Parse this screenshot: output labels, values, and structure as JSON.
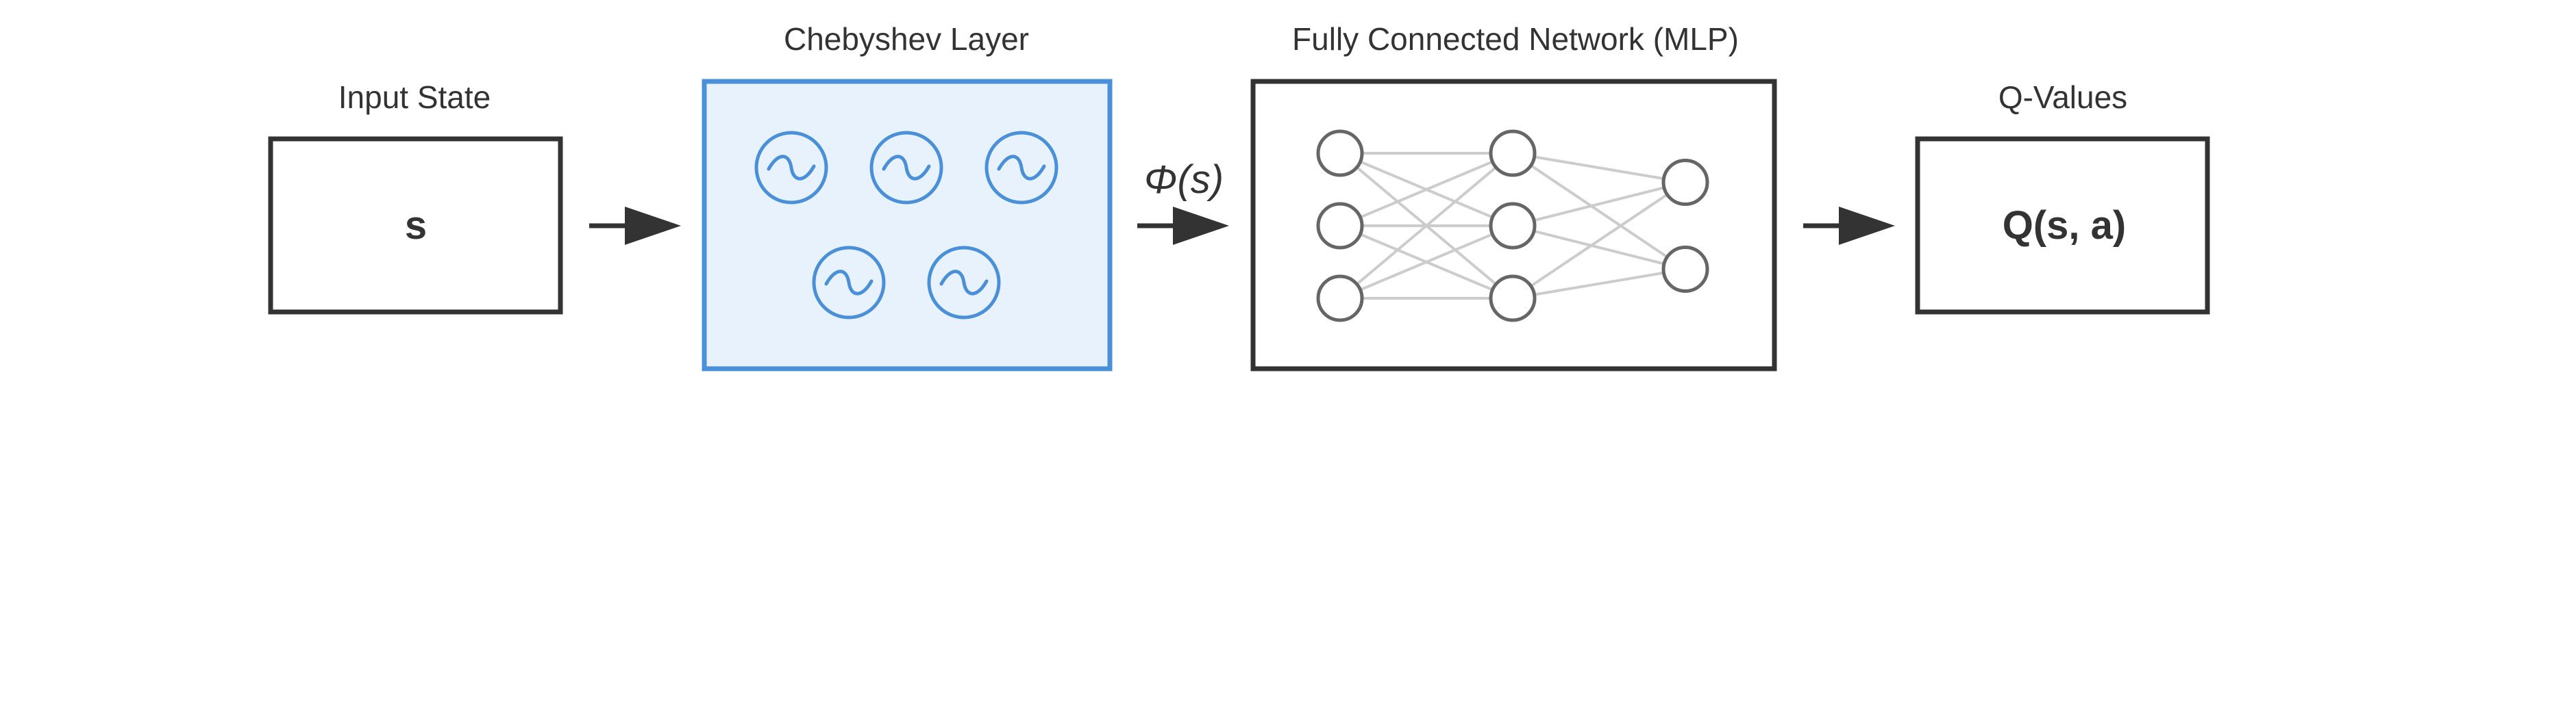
{
  "stages": {
    "input": {
      "caption": "Input State",
      "label": "s"
    },
    "chebyshev": {
      "caption": "Chebyshev Layer",
      "basis_function_count": 5,
      "icon": "sine-wave-icon"
    },
    "mlp": {
      "caption": "Fully Connected Network (MLP)",
      "layer_sizes": [
        3,
        3,
        2
      ]
    },
    "output": {
      "caption": "Q-Values",
      "label": "Q(s, a)"
    }
  },
  "edges": {
    "phi_label": "Φ(s)"
  },
  "colors": {
    "stroke": "#333333",
    "chebyshev_border": "#4a90d9",
    "chebyshev_fill": "#e8f2fc",
    "neuron_stroke": "#666666",
    "connection": "#cccccc"
  }
}
